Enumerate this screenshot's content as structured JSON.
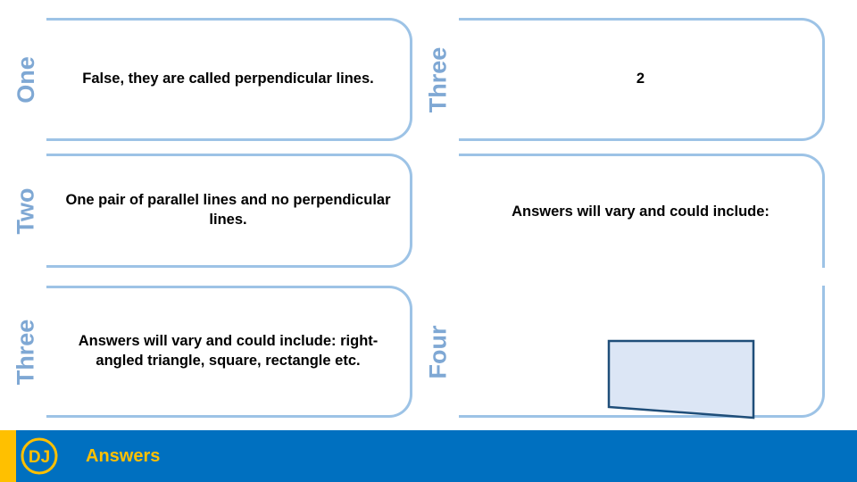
{
  "slide": {
    "blocks": [
      {
        "label": "One",
        "text": "False, they are called perpendicular lines.",
        "column": "left"
      },
      {
        "label": "Two",
        "text": "One pair of parallel lines and no perpendicular lines.",
        "column": "left"
      },
      {
        "label": "Three",
        "text": "Answers will vary and could include: right-angled triangle, square, rectangle etc.",
        "column": "left"
      },
      {
        "label": "Three",
        "text": "2",
        "column": "right"
      },
      {
        "label": "",
        "text": "Answers will vary and could include:",
        "column": "right"
      },
      {
        "label": "Four",
        "text": "",
        "column": "right"
      }
    ]
  },
  "shape": {
    "name": "quadrilateral-trapezium",
    "fill": "#DCE6F5",
    "stroke": "#1F4E79"
  },
  "footer": {
    "title": "Answers",
    "logo_text": "DJ",
    "accent_bar": "#0070C0",
    "accent_yellow": "#FFC000"
  },
  "colors": {
    "bubble_border": "#9DC3E6",
    "side_label": "#7FA8D4",
    "body_text": "#000000"
  }
}
